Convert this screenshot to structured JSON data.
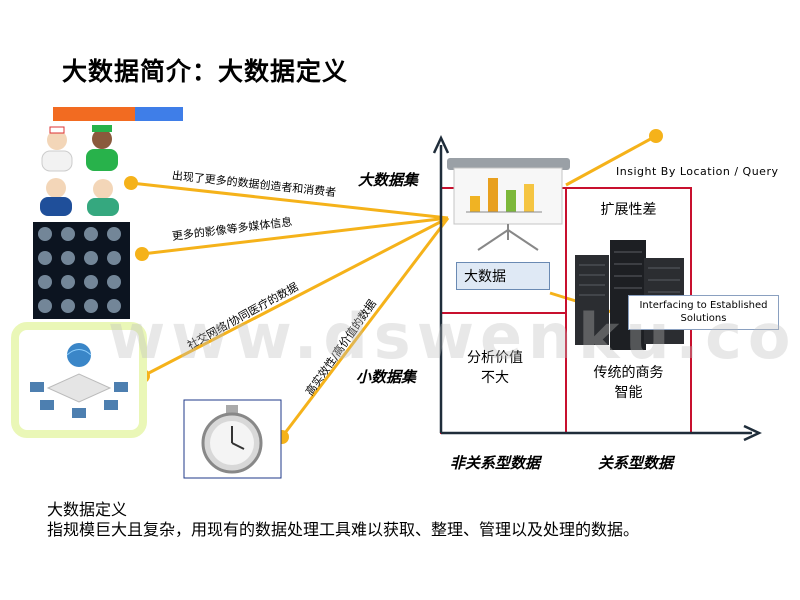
{
  "slide": {
    "title": "大数据简介：大数据定义"
  },
  "labels": {
    "line1": "出现了更多的数据创造者和消费者",
    "line2": "更多的影像等多媒体信息",
    "line3": "社交网络/协同医疗的数据",
    "line4": "高实效性/高价值的数据",
    "big_data_set": "大数据集",
    "small_data_set": "小数据集",
    "insight": "Insight By Location / Query",
    "scalability_poor": "扩展性差",
    "big_data": "大数据",
    "interfacing": "Interfacing to Established Solutions",
    "value_low": "分析价值\n不大",
    "traditional_bi": "传统的商务\n智能",
    "non_relational": "非关系型数据",
    "relational": "关系型数据"
  },
  "definition": {
    "heading": "大数据定义",
    "body": "指规模巨大且复杂，用现有的数据处理工具难以获取、整理、管理以及处理的数据。"
  },
  "watermark": "www.dswenku.com",
  "colors": {
    "accent_orange": "#f26b21",
    "accent_blue": "#3f7ee8",
    "line_yellow": "#f5b21a",
    "box_red": "#c8102e",
    "axis": "#1f2d3a"
  },
  "icons": [
    "doctors-icon",
    "ct-scan-icon",
    "network-computers-icon",
    "stopwatch-icon",
    "presentation-chart-icon",
    "server-rack-icon"
  ]
}
